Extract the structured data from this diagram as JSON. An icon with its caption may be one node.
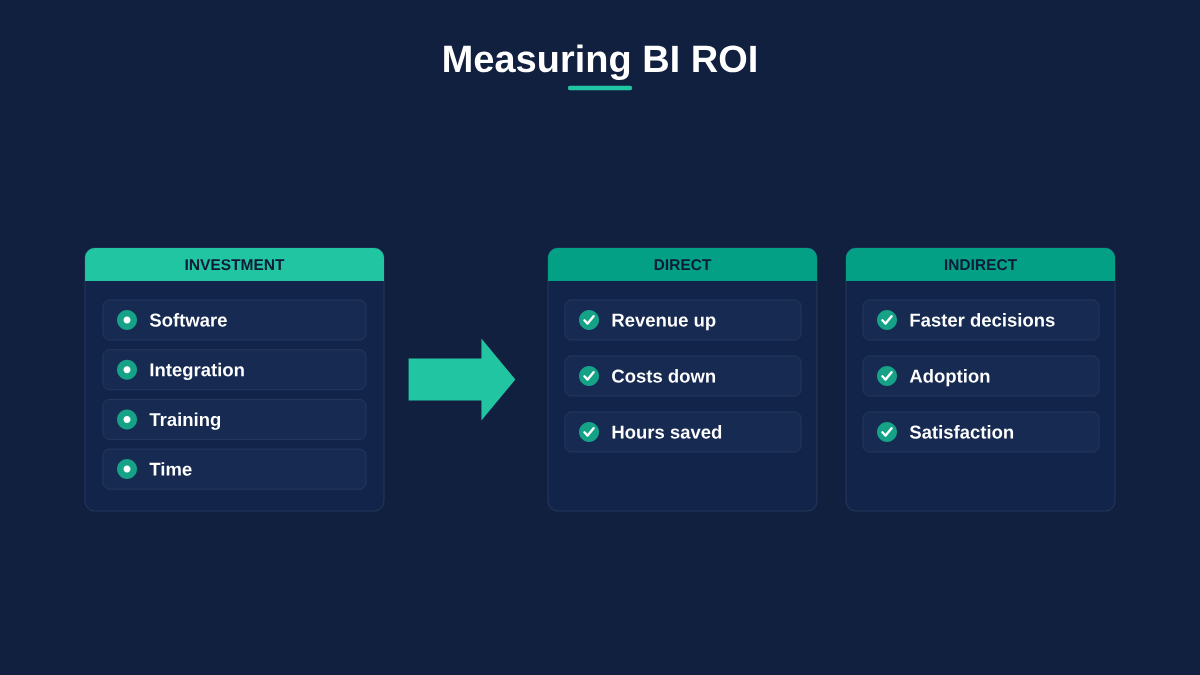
{
  "diagram": {
    "title": "Measuring BI ROI",
    "nodes": [
      {
        "text": [
          "INVESTMENT"
        ]
      },
      {
        "text": [
          "Software"
        ],
        "in": 0
      },
      {
        "text": [
          "Integration"
        ],
        "in": 0
      },
      {
        "text": [
          "Training"
        ],
        "in": 0
      },
      {
        "text": [
          "Time"
        ],
        "in": 0
      },
      {
        "text": [
          "DIRECT"
        ]
      },
      {
        "text": [
          "Revenue up"
        ],
        "in": 5
      },
      {
        "text": [
          "Costs down"
        ],
        "in": 5
      },
      {
        "text": [
          "Hours saved"
        ],
        "in": 5
      },
      {
        "text": [
          "INDIRECT"
        ]
      },
      {
        "text": [
          "Faster decisions"
        ],
        "in": 9
      },
      {
        "text": [
          "Adoption"
        ],
        "in": 9
      },
      {
        "text": [
          "Satisfaction"
        ],
        "in": 9
      }
    ],
    "edges": [
      {
        "from": 0,
        "to": 5,
        "arrow": "to"
      }
    ]
  }
}
